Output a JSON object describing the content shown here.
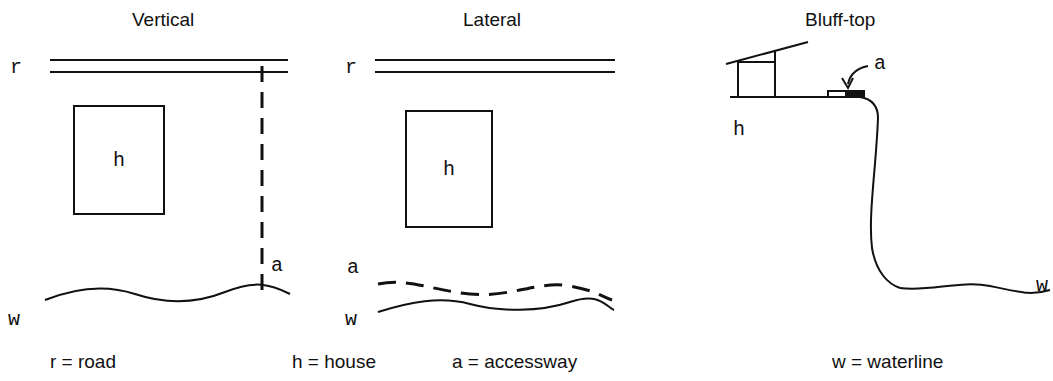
{
  "diagram": {
    "nodes": [
      {
        "text": [
          "h"
        ]
      },
      {
        "text": [
          "h"
        ]
      }
    ],
    "labels": [
      "Vertical",
      "Lateral",
      "Bluff-top",
      "r",
      "a",
      "w",
      "r",
      "a",
      "w",
      "h",
      "a",
      "w",
      "r = road",
      "h = house",
      "a = accessway",
      "w = waterline"
    ]
  }
}
